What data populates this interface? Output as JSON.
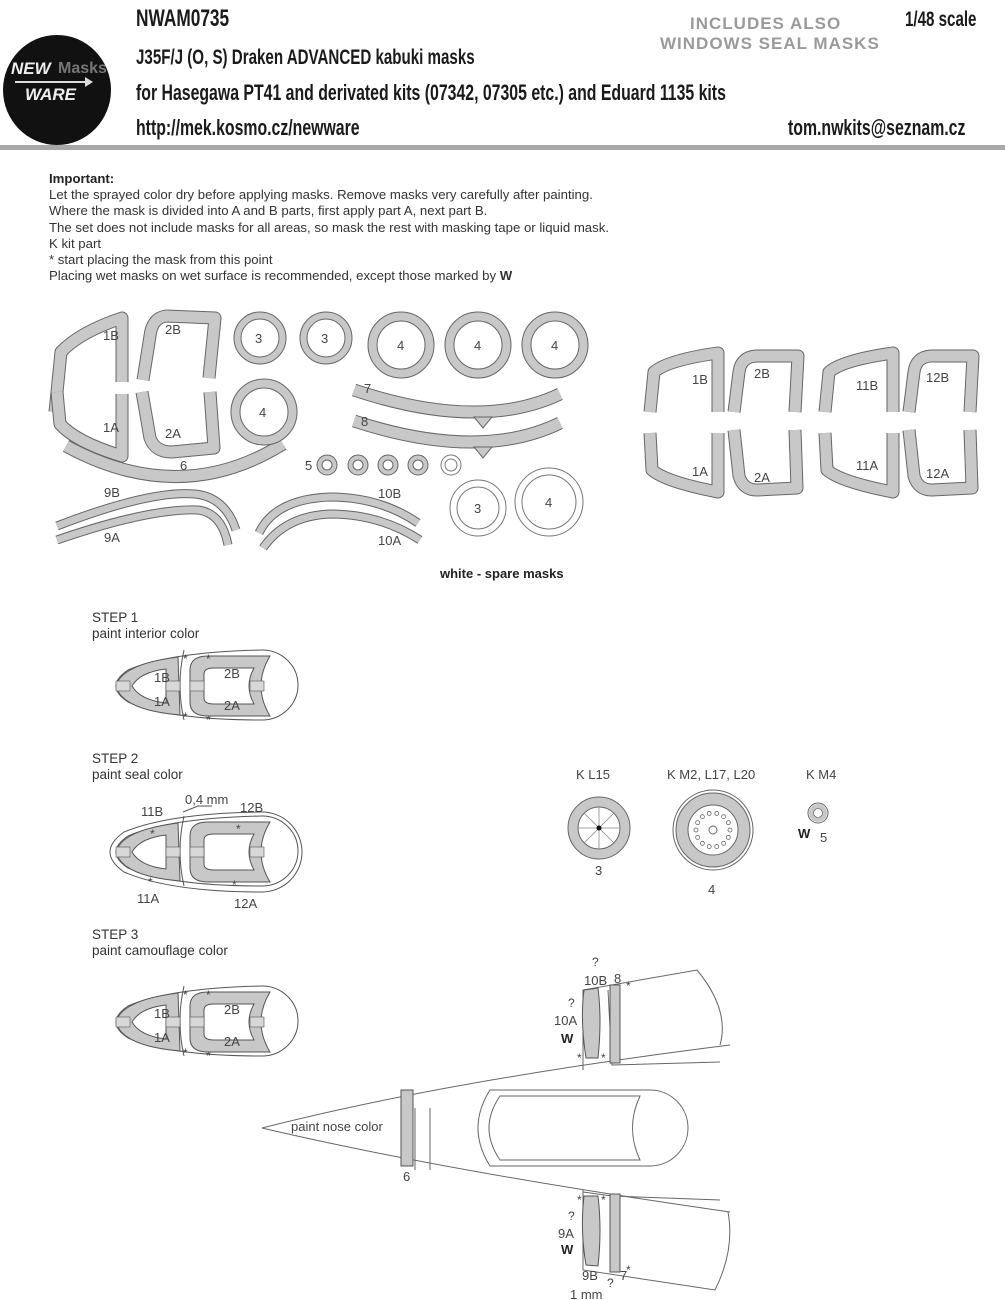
{
  "header": {
    "code": "NWAM0735",
    "scale": "1/48 scale",
    "title": "J35F/J (O, S) Draken ADVANCED kabuki masks",
    "subtitle": "for Hasegawa PT41 and derivated kits (07342, 07305 etc.) and Eduard 1135 kits",
    "url": "http://mek.kosmo.cz/newware",
    "email": "tom.nwkits@seznam.cz",
    "stamp_line1": "INCLUDES ALSO",
    "stamp_line2": "WINDOWS SEAL MASKS",
    "logo": {
      "new": "NEW",
      "masks": "Masks",
      "ware": "WARE"
    }
  },
  "important": {
    "title": "Important:",
    "lines": [
      "Let the sprayed color dry before applying masks. Remove masks very carefully after painting.",
      "Where the mask is divided into A and B parts, first apply part A, next part B.",
      "The set does not include masks for all areas, so mask the rest with masking tape or liquid mask.",
      "K kit part",
      "*  start placing the mask from this point",
      "Placing wet masks on wet surface is recommended, except those marked by"
    ],
    "w_mark": "W"
  },
  "mask_sheet": {
    "labels": {
      "m1B": "1B",
      "m1A": "1A",
      "m2B": "2B",
      "m2A": "2A",
      "r3": "3",
      "r4": "4",
      "m5": "5",
      "m6": "6",
      "m7": "7",
      "m8": "8",
      "m9B": "9B",
      "m9A": "9A",
      "m10B": "10B",
      "m10A": "10A",
      "m11B": "11B",
      "m11A": "11A",
      "m12B": "12B",
      "m12A": "12A"
    },
    "spare_note": "white - spare masks",
    "mask_color": "#c8c8c8",
    "outline_color": "#666666"
  },
  "steps": [
    {
      "title": "STEP 1",
      "desc": "paint interior color"
    },
    {
      "title": "STEP 2",
      "desc": "paint seal color",
      "dimension": "0,4 mm"
    },
    {
      "title": "STEP 3",
      "desc": "paint camouflage color"
    }
  ],
  "wheels": [
    {
      "kit_part": "K L15",
      "mask": "3"
    },
    {
      "kit_part": "K M2, L17, L20",
      "mask": "4"
    },
    {
      "kit_part": "K M4",
      "mask": "5"
    }
  ],
  "aircraft": {
    "nose_note": "paint nose color",
    "q": "?",
    "star": "*",
    "dimension": "1 mm"
  }
}
